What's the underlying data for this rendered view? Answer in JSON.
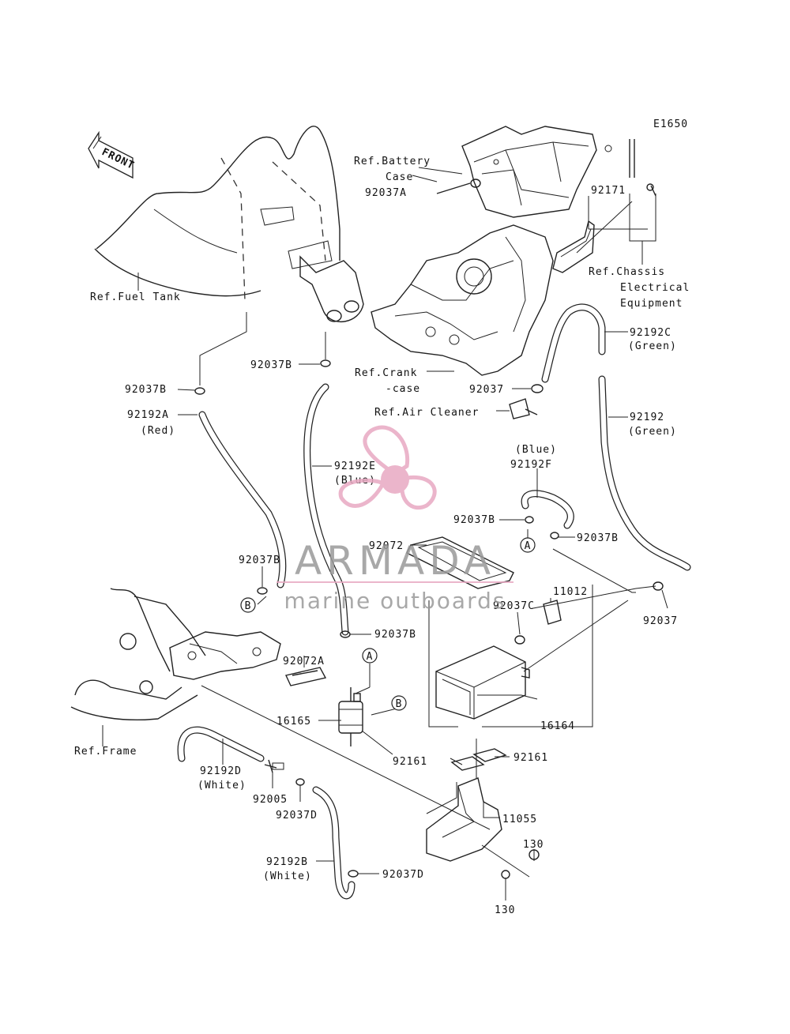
{
  "diagram_code": "E1650",
  "front_arrow": "FRONT",
  "refs": {
    "battery_case": [
      "Ref.Battery",
      "Case"
    ],
    "chassis": [
      "Ref.Chassis",
      "Electrical",
      "Equipment"
    ],
    "fuel_tank": "Ref.Fuel Tank",
    "crankcase": [
      "Ref.Crank",
      "-case"
    ],
    "air_cleaner": "Ref.Air Cleaner",
    "frame": "Ref.Frame"
  },
  "parts": {
    "p92037A": "92037A",
    "p92171": "92171",
    "p92192C": [
      "92192C",
      "(Green)"
    ],
    "p92037B_top": "92037B",
    "p92037B_left": "92037B",
    "p92192A": [
      "92192A",
      "(Red)"
    ],
    "p92037_mid": "92037",
    "p92192": [
      "92192",
      "(Green)"
    ],
    "p92192E": [
      "92192E",
      "(Blue)"
    ],
    "p92192F": [
      "(Blue)",
      "92192F"
    ],
    "p92037B_f1": "92037B",
    "p92037B_f2": "92037B",
    "p92072": "92072",
    "p92037B_b": "92037B",
    "p11012": "11012",
    "p92037C": "92037C",
    "p92037_right": "92037",
    "p92037B_center": "92037B",
    "p92072A": "92072A",
    "p16165": "16165",
    "p16164": "16164",
    "p92161_left": "92161",
    "p92161_right": "92161",
    "p92192D": [
      "92192D",
      "(White)"
    ],
    "p92005": "92005",
    "p92037D_left": "92037D",
    "p11055": "11055",
    "p130_top": "130",
    "p92192B": [
      "92192B",
      "(White)"
    ],
    "p92037D_bottom": "92037D",
    "p130_bottom": "130"
  },
  "callouts": {
    "A": "A",
    "B": "B"
  },
  "watermark": {
    "brand": "ARMADA",
    "tagline": "marine outboards",
    "color": "#e8a9c2",
    "text_color": "#9a9a9a"
  }
}
